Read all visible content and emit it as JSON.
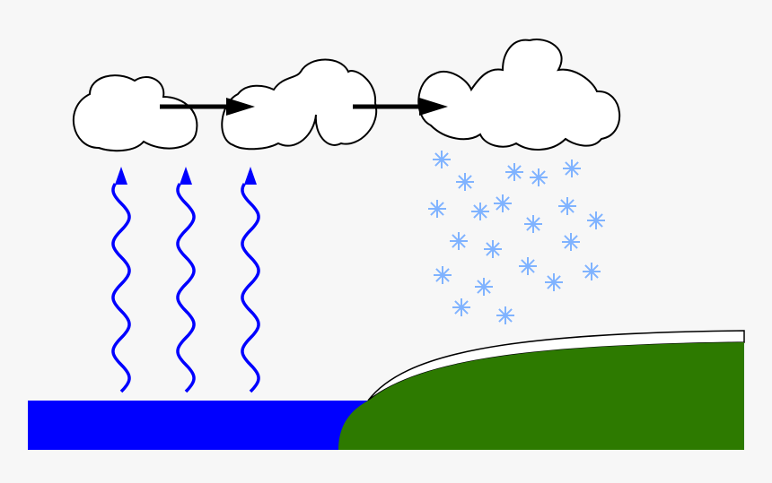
{
  "colors": {
    "background": "#f7f7f7",
    "water": "#0000ff",
    "land": "#2d7a00",
    "snow_cover": "#ffffff",
    "vapor_arrows": "#0000ff",
    "snowflakes": "#80b3ff",
    "cloud_fill": "#ffffff",
    "cloud_outline": "#000000",
    "wind_arrows": "#000000"
  },
  "elements": {
    "clouds": 3,
    "vapor_arrows": 3,
    "wind_arrows": 2,
    "snowflakes": 21
  }
}
